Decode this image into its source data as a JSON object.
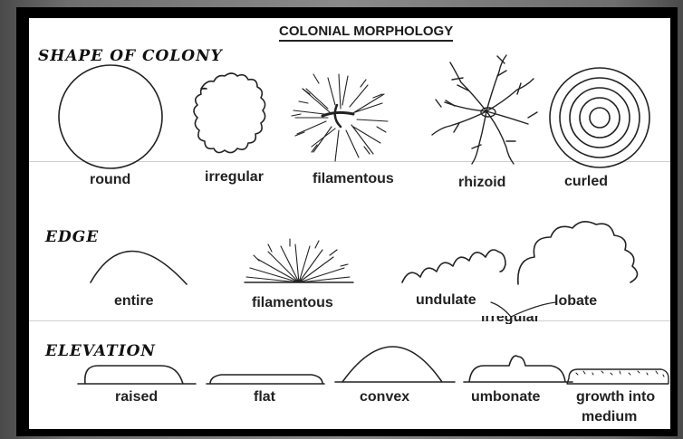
{
  "title": "COLONIAL MORPHOLOGY",
  "sections": {
    "shape": {
      "heading": "SHAPE OF COLONY",
      "items": [
        "round",
        "irregular",
        "filamentous",
        "rhizoid",
        "curled"
      ]
    },
    "edge": {
      "heading": "EDGE",
      "items": [
        "entire",
        "filamentous",
        "undulate",
        "lobate"
      ],
      "group_label": "irregular"
    },
    "elevation": {
      "heading": "ELEVATION",
      "items": [
        "raised",
        "flat",
        "convex",
        "umbonate",
        "growth into",
        "medium"
      ]
    }
  }
}
